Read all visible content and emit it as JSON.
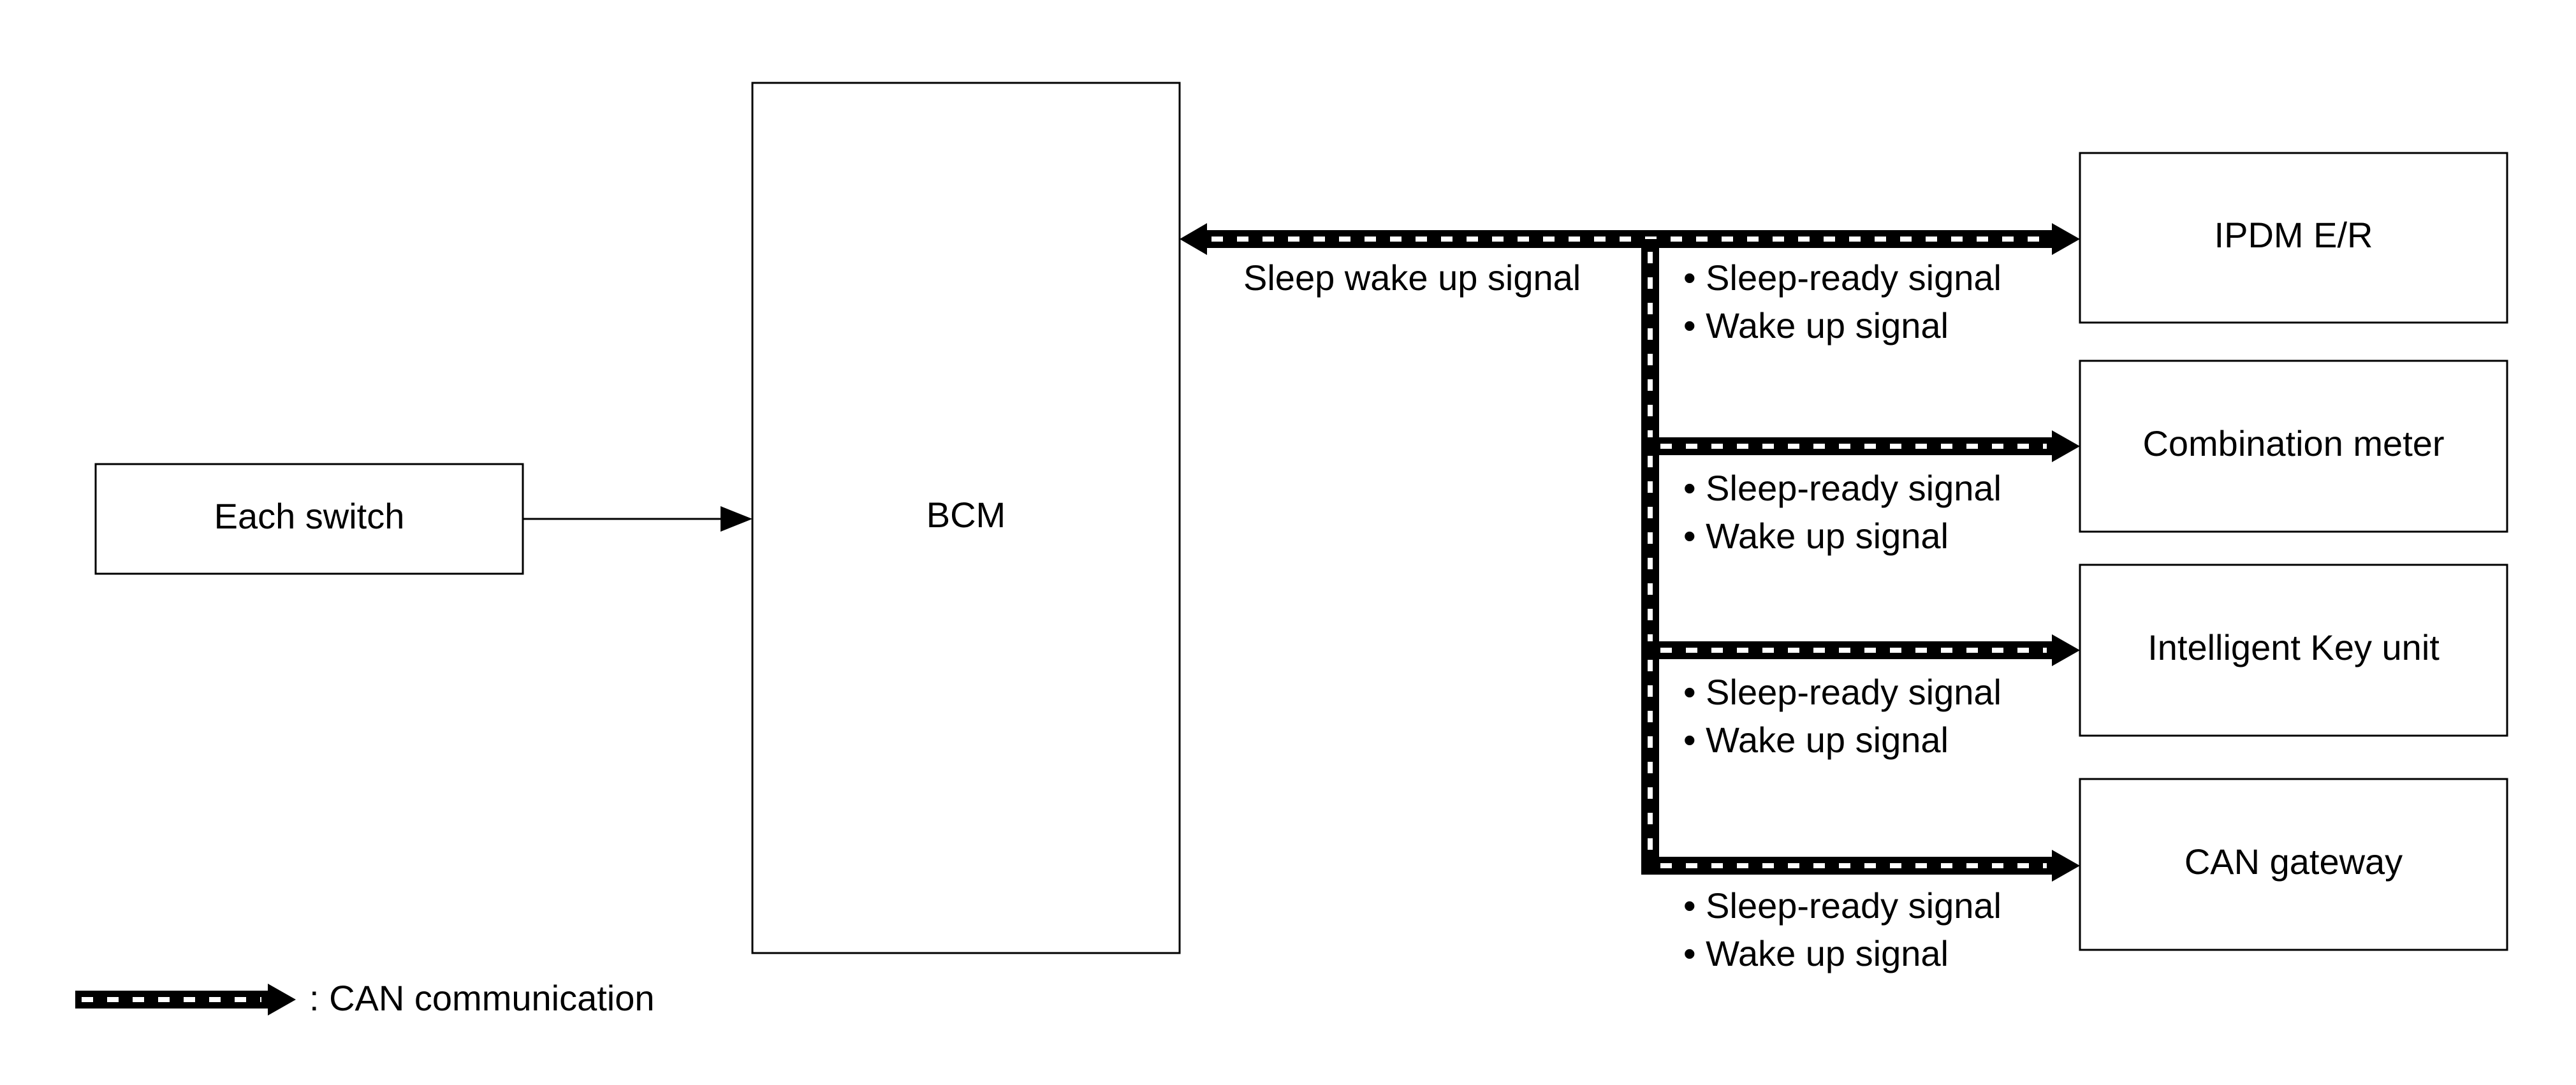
{
  "nodes": {
    "each_switch": "Each switch",
    "bcm": "BCM",
    "ipdm": "IPDM E/R",
    "combination_meter": "Combination meter",
    "intelligent_key": "Intelligent Key unit",
    "can_gateway": "CAN gateway"
  },
  "signals": {
    "sleep_wake_up": "Sleep wake up signal",
    "ipdm_1": "• Sleep-ready signal",
    "ipdm_2": "• Wake up signal",
    "meter_1": "• Sleep-ready signal",
    "meter_2": "• Wake up signal",
    "key_1": "• Sleep-ready signal",
    "key_2": "• Wake up signal",
    "gateway_1": "• Sleep-ready signal",
    "gateway_2": "• Wake up signal"
  },
  "legend": {
    "can_communication": ": CAN communication"
  }
}
